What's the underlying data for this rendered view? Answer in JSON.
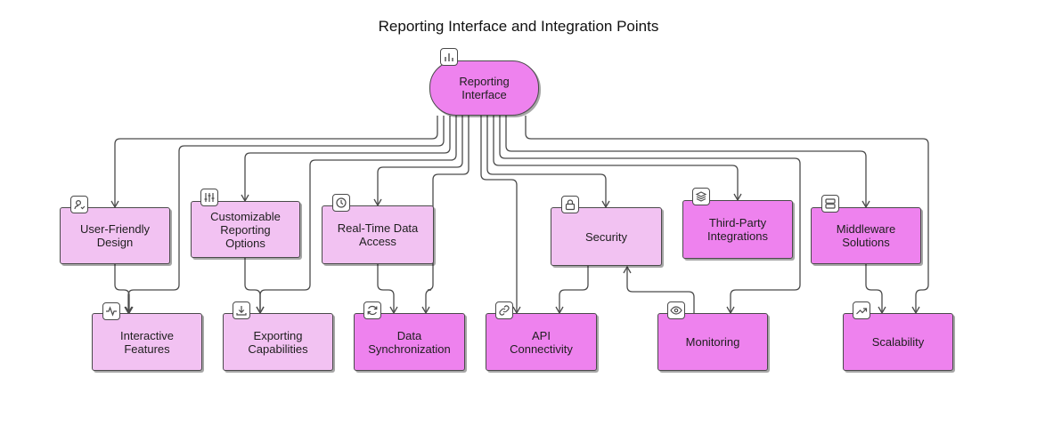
{
  "title": "Reporting Interface and Integration Points",
  "colors": {
    "light_fill": "#f2c2f2",
    "dark_fill": "#ee82ee",
    "stroke": "#4a4a4a"
  },
  "nodes": {
    "root": {
      "label": "Reporting\nInterface",
      "icon": "bar-chart-icon"
    },
    "user_friendly": {
      "label": "User-Friendly\nDesign",
      "icon": "user-check-icon"
    },
    "customizable": {
      "label": "Customizable\nReporting\nOptions",
      "icon": "sliders-icon"
    },
    "real_time": {
      "label": "Real-Time Data\nAccess",
      "icon": "clock-icon"
    },
    "security": {
      "label": "Security",
      "icon": "lock-icon"
    },
    "third_party": {
      "label": "Third-Party\nIntegrations",
      "icon": "layers-icon"
    },
    "middleware": {
      "label": "Middleware\nSolutions",
      "icon": "server-icon"
    },
    "interactive": {
      "label": "Interactive\nFeatures",
      "icon": "activity-icon"
    },
    "exporting": {
      "label": "Exporting\nCapabilities",
      "icon": "download-icon"
    },
    "data_sync": {
      "label": "Data\nSynchronization",
      "icon": "refresh-icon"
    },
    "api": {
      "label": "API\nConnectivity",
      "icon": "link-icon"
    },
    "monitoring": {
      "label": "Monitoring",
      "icon": "eye-icon"
    },
    "scalability": {
      "label": "Scalability",
      "icon": "trending-up-icon"
    }
  },
  "edges": [
    [
      "root",
      "user_friendly"
    ],
    [
      "root",
      "interactive"
    ],
    [
      "root",
      "customizable"
    ],
    [
      "root",
      "exporting"
    ],
    [
      "root",
      "real_time"
    ],
    [
      "root",
      "data_sync"
    ],
    [
      "root",
      "api"
    ],
    [
      "root",
      "security"
    ],
    [
      "root",
      "third_party"
    ],
    [
      "root",
      "monitoring"
    ],
    [
      "root",
      "middleware"
    ],
    [
      "root",
      "scalability"
    ],
    [
      "user_friendly",
      "interactive"
    ],
    [
      "customizable",
      "exporting"
    ],
    [
      "real_time",
      "data_sync"
    ],
    [
      "security",
      "api"
    ],
    [
      "monitoring",
      "security"
    ],
    [
      "middleware",
      "scalability"
    ]
  ]
}
